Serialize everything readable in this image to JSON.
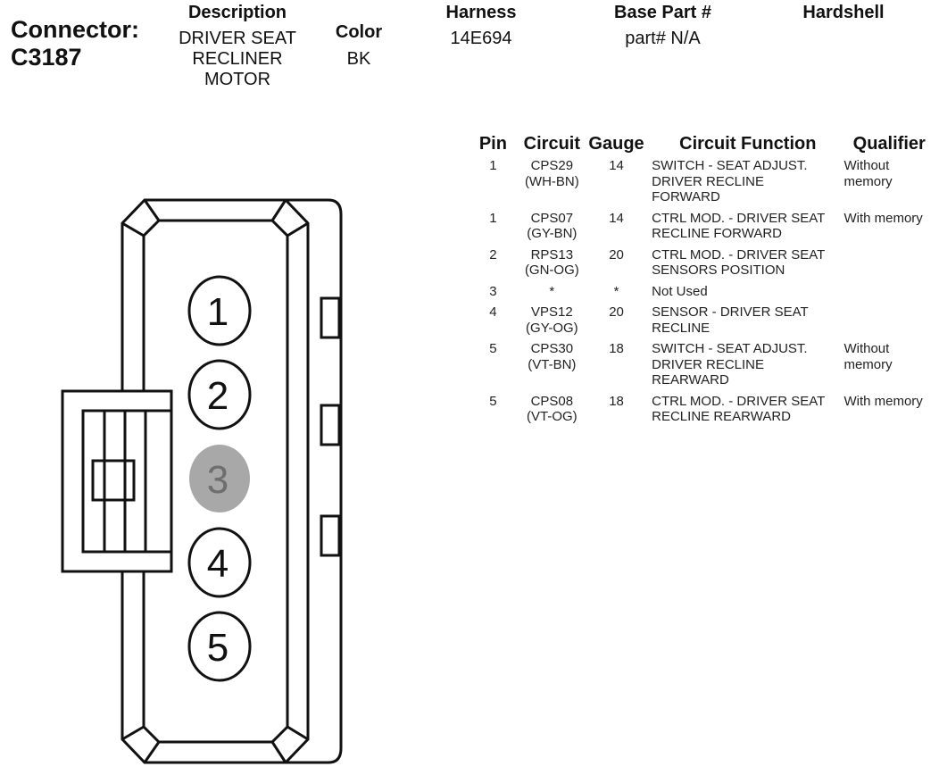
{
  "header": {
    "connector_label": "Connector:",
    "connector_id": "C3187",
    "description_title": "Description",
    "description_lines": [
      "DRIVER SEAT",
      "RECLINER",
      "MOTOR"
    ],
    "color_title": "Color",
    "color_value": "BK",
    "harness_title": "Harness",
    "harness_value": "14E694",
    "base_part_title": "Base Part #",
    "base_part_value": "part# N/A",
    "hardshell_title": "Hardshell"
  },
  "table": {
    "headers": {
      "pin": "Pin",
      "circuit": "Circuit",
      "gauge": "Gauge",
      "function": "Circuit Function",
      "qualifier": "Qualifier"
    },
    "rows": [
      {
        "pin": "1",
        "circuit": [
          "CPS29",
          "(WH-BN)"
        ],
        "gauge": "14",
        "function": [
          "SWITCH - SEAT ADJUST.",
          "DRIVER RECLINE",
          "FORWARD"
        ],
        "qualifier": [
          "Without",
          "memory"
        ]
      },
      {
        "pin": "1",
        "circuit": [
          "CPS07",
          "(GY-BN)"
        ],
        "gauge": "14",
        "function": [
          "CTRL MOD. - DRIVER SEAT",
          "RECLINE FORWARD"
        ],
        "qualifier": [
          "With memory"
        ]
      },
      {
        "pin": "2",
        "circuit": [
          "RPS13",
          "(GN-OG)"
        ],
        "gauge": "20",
        "function": [
          "CTRL MOD. - DRIVER SEAT",
          "SENSORS POSITION"
        ],
        "qualifier": []
      },
      {
        "pin": "3",
        "circuit": [
          "*"
        ],
        "gauge": "*",
        "function": [
          "Not Used"
        ],
        "qualifier": []
      },
      {
        "pin": "4",
        "circuit": [
          "VPS12",
          "(GY-OG)"
        ],
        "gauge": "20",
        "function": [
          "SENSOR - DRIVER SEAT",
          "RECLINE"
        ],
        "qualifier": []
      },
      {
        "pin": "5",
        "circuit": [
          "CPS30",
          "(VT-BN)"
        ],
        "gauge": "18",
        "function": [
          "SWITCH - SEAT ADJUST.",
          "DRIVER RECLINE",
          "REARWARD"
        ],
        "qualifier": [
          "Without",
          "memory"
        ]
      },
      {
        "pin": "5",
        "circuit": [
          "CPS08",
          "(VT-OG)"
        ],
        "gauge": "18",
        "function": [
          "CTRL MOD. - DRIVER SEAT",
          "RECLINE REARWARD"
        ],
        "qualifier": [
          "With memory"
        ]
      }
    ]
  },
  "diagram": {
    "pins": [
      {
        "label": "1",
        "used": true
      },
      {
        "label": "2",
        "used": true
      },
      {
        "label": "3",
        "used": false
      },
      {
        "label": "4",
        "used": true
      },
      {
        "label": "5",
        "used": true
      }
    ],
    "colors": {
      "outline": "#111111",
      "unused_pin_fill": "#a8a8a8",
      "unused_pin_text": "#6e6e6e"
    }
  }
}
